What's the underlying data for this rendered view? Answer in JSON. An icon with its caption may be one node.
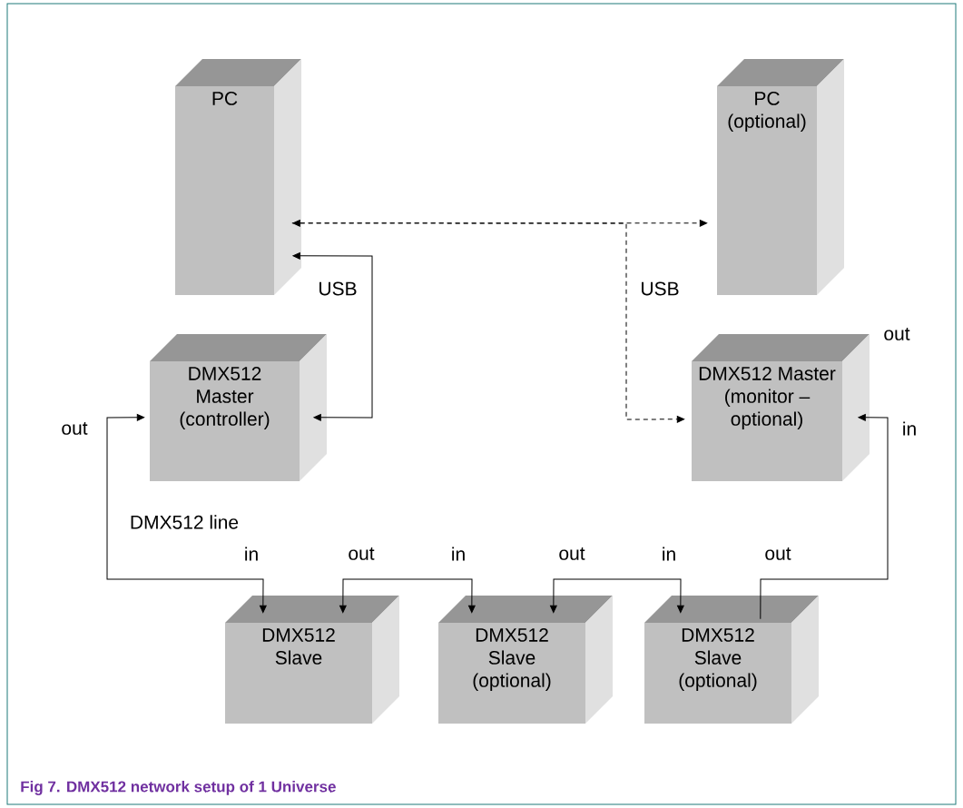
{
  "diagram": {
    "caption": "Fig 7.     DMX512 network setup of 1 Universe",
    "nodes": [
      {
        "text": [
          "PC"
        ]
      },
      {
        "text": [
          "PC (optional)"
        ]
      },
      {
        "text": [
          "DMX512 Master (controller)"
        ]
      },
      {
        "text": [
          "DMX512 Master (monitor – optional)"
        ]
      },
      {
        "text": [
          "DMX512 Slave"
        ]
      },
      {
        "text": [
          "DMX512 Slave (optional)"
        ]
      },
      {
        "text": [
          "DMX512 Slave (optional)"
        ]
      }
    ],
    "edges": [
      {
        "from": 0,
        "to": 1,
        "arrow": "both",
        "style": "dashed"
      },
      {
        "from": 0,
        "to": 3,
        "arrow": "to",
        "style": "dashed",
        "label": "USB"
      },
      {
        "from": 0,
        "to": 2,
        "arrow": "both",
        "label": "USB"
      },
      {
        "from": 2,
        "to": 4,
        "arrow": "both",
        "label": "DMX512 line"
      },
      {
        "from": 4,
        "to": 5,
        "arrow": "both"
      },
      {
        "from": 5,
        "to": 6,
        "arrow": "both"
      },
      {
        "from": 6,
        "to": 3,
        "arrow": "to"
      }
    ],
    "labels": [
      "out",
      "out",
      "in",
      "in",
      "out",
      "in",
      "out",
      "in",
      "out"
    ]
  }
}
